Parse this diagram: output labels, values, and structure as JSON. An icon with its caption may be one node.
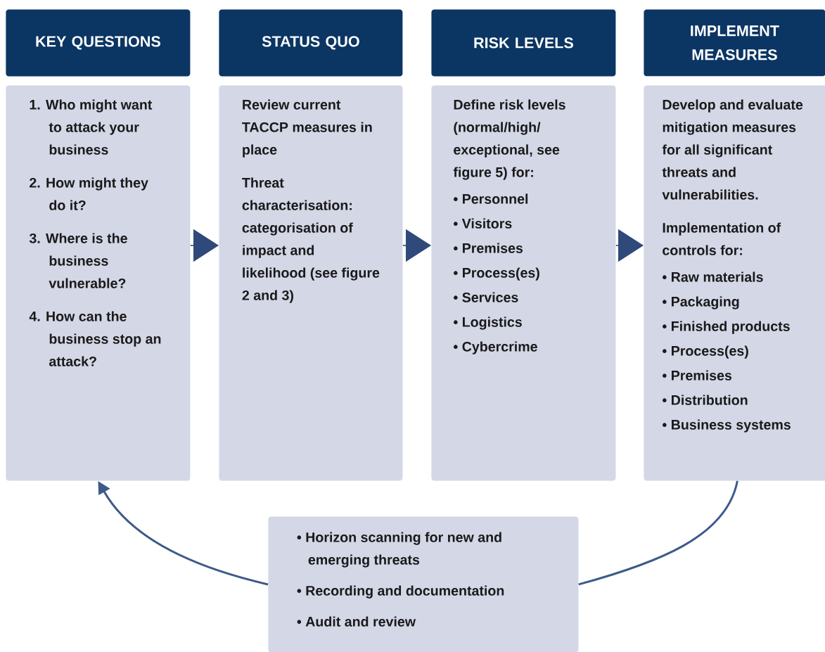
{
  "diagram": {
    "nodes": [
      {
        "text": [
          "KEY QUESTIONS"
        ]
      },
      {
        "text": [
          "1. Who might want to attack your  business",
          "2. How might they do it?",
          "3. Where is the business vulnerable?",
          "4. How can the business stop an attack?"
        ]
      },
      {
        "text": [
          "STATUS QUO"
        ]
      },
      {
        "text": [
          "Review current TACCP measures in place",
          "Threat characterisation: categorisation of impact and likelihood (see figure 2 and 3)"
        ]
      },
      {
        "text": [
          "RISK LEVELS"
        ]
      },
      {
        "text": [
          "Define risk levels (normal/high/ exceptional, see figure 5) for:",
          "• Personnel",
          "• Visitors",
          "• Premises",
          "• Process(es)",
          "• Services",
          "• Logistics",
          "• Cybercrime"
        ]
      },
      {
        "text": [
          "IMPLEMENT MEASURES"
        ]
      },
      {
        "text": [
          "Develop and evaluate mitigation measures for all significant threats and vulnerabilities.",
          "Implementation of controls for:",
          "• Raw materials",
          "• Packaging",
          "• Finished products",
          "• Process(es)",
          "• Premises",
          "• Distribution",
          "• Business systems"
        ]
      },
      {
        "text": [
          "• Horizon scanning for new and emerging threats",
          "• Recording and documentation",
          "• Audit and review"
        ]
      }
    ],
    "edges": [
      {
        "from": 1,
        "to": 3,
        "arrow": "to"
      },
      {
        "from": 3,
        "to": 5,
        "arrow": "to"
      },
      {
        "from": 5,
        "to": 7,
        "arrow": "to"
      },
      {
        "from": 7,
        "to": 8,
        "arrow": "none"
      },
      {
        "from": 8,
        "to": 1,
        "arrow": "to"
      }
    ]
  }
}
